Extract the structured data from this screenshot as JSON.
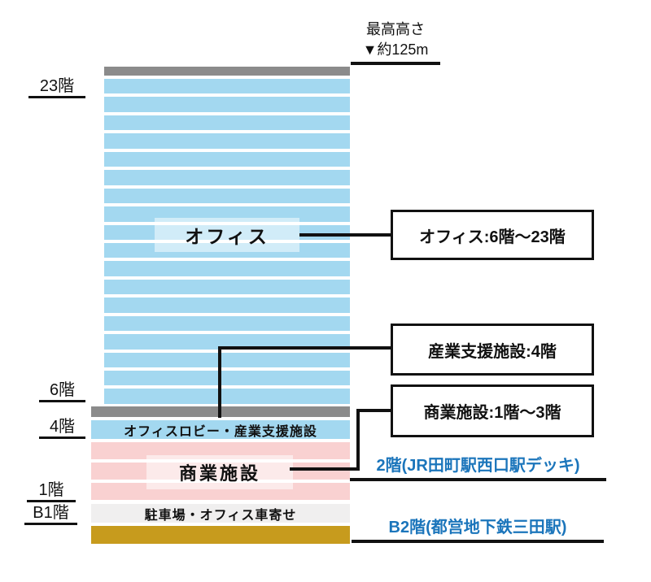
{
  "height_note": {
    "line1": "最高高さ",
    "line2": "▼約125m"
  },
  "floor_labels": [
    {
      "label": "23階"
    },
    {
      "label": "6階"
    },
    {
      "label": "4階"
    },
    {
      "label": "1階"
    },
    {
      "label": "B1階"
    }
  ],
  "building": {
    "tower_floor_count": 18,
    "office_label": "オフィス",
    "lobby_label": "オフィスロビー・産業支援施設",
    "retail_label": "商業施設",
    "parking_label": "駐車場・オフィス車寄せ"
  },
  "callouts": [
    {
      "label": "オフィス:6階〜23階"
    },
    {
      "label": "産業支援施設:4階"
    },
    {
      "label": "商業施設:1階〜3階"
    }
  ],
  "station_notes": [
    {
      "label": "2階(JR田町駅西口駅デッキ)"
    },
    {
      "label": "B2階(都営地下鉄三田駅)"
    }
  ],
  "colors": {
    "floor_blue": "#a3d8f0",
    "floor_gray": "#8b8b8b",
    "floor_pink": "#f9d1d1",
    "floor_parking": "#f0efef",
    "bar_gold": "#c79b1d",
    "station_text_blue": "#1b75bb",
    "line_black": "#111111"
  }
}
